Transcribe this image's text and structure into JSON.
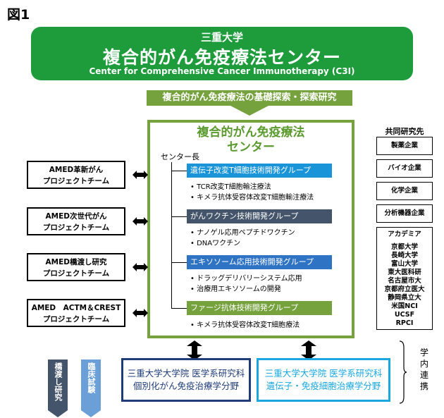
{
  "figure_label": "図1",
  "center": {
    "university": "三重大学",
    "title": "複合的がん免疫療法センター",
    "english": "Center for Comprehensive Cancer Immunotherapy (C3I)"
  },
  "research_bar": "複合的がん免疫療法の基礎探索・探索研究",
  "main_box": {
    "title_line1": "複合的がん免疫療法",
    "title_line2": "センター",
    "director": "センター長"
  },
  "groups": [
    {
      "name": "遺伝子改変T細胞技術開発グループ",
      "items": [
        "TCR改変T細胞輸注療法",
        "キメラ抗体受容体改変T細胞輸注療法"
      ],
      "color": "#1a94d8"
    },
    {
      "name": "がんワクチン技術開発グループ",
      "items": [
        "ナノゲル応用ペプチドワクチン",
        "DNAワクチン"
      ],
      "color": "#44546a"
    },
    {
      "name": "エキソソーム応用技術開発グループ",
      "items": [
        "ドラッグデリバリーシステム応用",
        "治療用エキソソームの開発"
      ],
      "color": "#2f73c4"
    },
    {
      "name": "ファージ抗体技術開発グループ",
      "items": [
        "キメラ抗体受容体改変T細胞療法"
      ],
      "color": "#76a23e"
    }
  ],
  "amed": [
    {
      "line1": "AMED革新がん",
      "line2": "プロジェクトチーム"
    },
    {
      "line1": "AMED次世代がん",
      "line2": "プロジェクトチーム"
    },
    {
      "line1": "AMED橋渡し研究",
      "line2": "プロジェクトチーム"
    },
    {
      "line1": "AMED　ACTM＆CREST",
      "line2": "プロジェクトチーム"
    }
  ],
  "collaborators": {
    "label": "共同研究先",
    "industry": [
      "製薬企業",
      "バイオ企業",
      "化学企業",
      "分析機器企業"
    ],
    "academia_header": "アカデミア",
    "academia": [
      "京都大学",
      "長崎大学",
      "富山大学",
      "東大医科研",
      "名古屋市大",
      "京都府立医大",
      "静岡県立大",
      "米国NCI",
      "UCSF",
      "RPCI"
    ]
  },
  "university_units": [
    {
      "line1": "三重大学大学院 医学系研究科",
      "line2": "個別化がん免疫治療学分野"
    },
    {
      "line1": "三重大学大学院 医学系研究科",
      "line2": "遺伝子・免疫細胞治療学分野"
    }
  ],
  "internal_label": "学内連携",
  "tags": [
    "橋渡し研究",
    "臨床試験"
  ],
  "colors": {
    "green": "#1e9c3c",
    "olive": "#76a23e",
    "navy": "#1f3c78",
    "cyan": "#1aa7e0"
  }
}
